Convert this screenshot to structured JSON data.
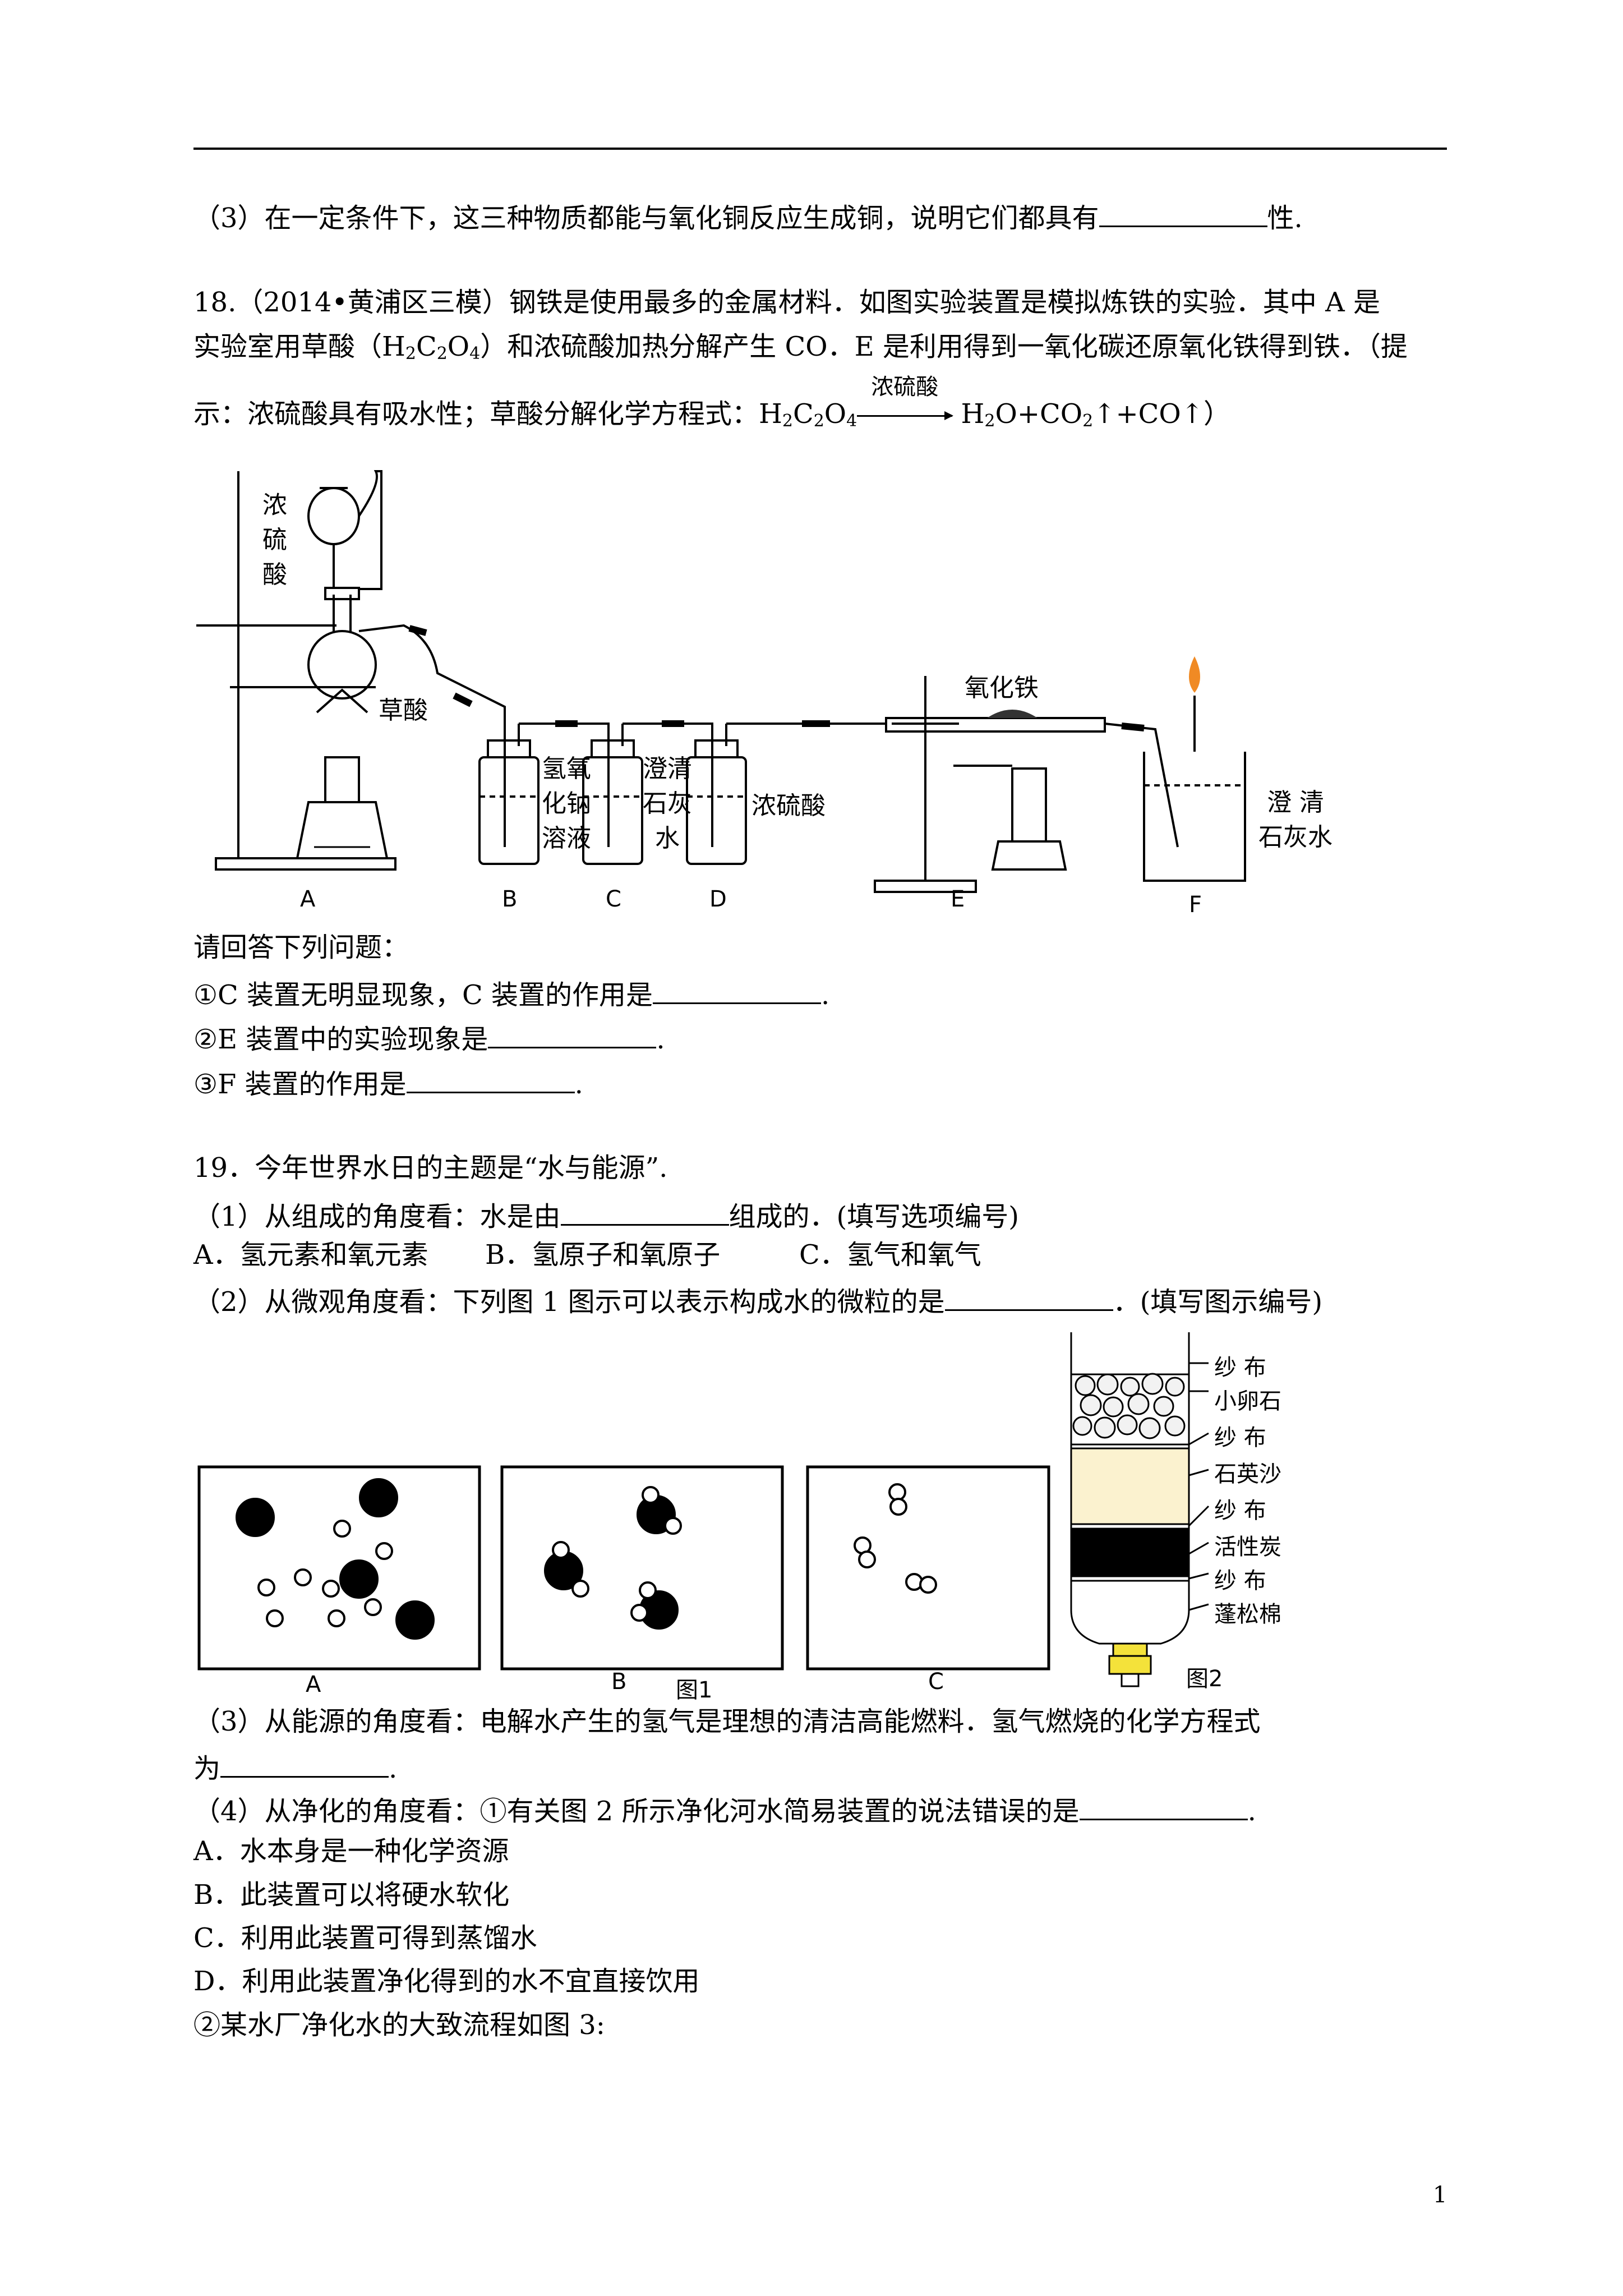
{
  "q17_3": {
    "prefix": "（3）在一定条件下，这三种物质都能与氧化铜反应生成铜，说明它们都具有",
    "suffix": "性."
  },
  "q18": {
    "line1": "18.（2014•黄浦区三模）钢铁是使用最多的金属材料．如图实验装置是模拟炼铁的实验．其中 A 是",
    "line2_a": "实验室用草酸（H",
    "line2_b": "C",
    "line2_c": "O",
    "line2_d": "）和浓硫酸加热分解产生 CO．E 是利用得到一氧化碳还原氧化铁得到铁．（提",
    "line3_a": "示：浓硫酸具有吸水性；草酸分解化学方程式：H",
    "line3_c": "C",
    "line3_e": "O",
    "line3_arrow_label": "浓硫酸",
    "line3_f": "H",
    "line3_g": "O+CO",
    "line3_h": "↑+CO↑）",
    "sub2": "2",
    "sub4": "4",
    "figure": {
      "label_nongliusuan": [
        "浓",
        "硫",
        "酸"
      ],
      "label_caosuan": "草酸",
      "label_naoh": [
        "氢氧",
        "化钠",
        "溶液"
      ],
      "label_limewater_c": [
        "澄清",
        "石灰",
        "水"
      ],
      "label_d": "浓硫酸",
      "label_fe2o3": "氧化铁",
      "label_f": [
        "澄 清",
        "石灰水"
      ],
      "letters": [
        "A",
        "B",
        "C",
        "D",
        "E",
        "F"
      ]
    },
    "prompt": "请回答下列问题：",
    "q1": "①C 装置无明显现象，C 装置的作用是",
    "q2": "②E 装置中的实验现象是",
    "q3": "③F 装置的作用是",
    "period": "."
  },
  "q19": {
    "title": "19．今年世界水日的主题是“水与能源”.",
    "p1_a": "（1）从组成的角度看：水是由",
    "p1_b": "组成的．(填写选项编号)",
    "options1": [
      "A．氢元素和氧元素",
      "B．氢原子和氧原子",
      "C．氢气和氧气"
    ],
    "p2_a": "（2）从微观角度看：下列图 1 图示可以表示构成水的微粒的是",
    "p2_b": "．(填写图示编号)",
    "fig1_labels": [
      "A",
      "B",
      "图1",
      "C"
    ],
    "fig2_caption": "图2",
    "fig2_layers": [
      "纱 布",
      "小卵石",
      "纱 布",
      "石英沙",
      "纱 布",
      "活性炭",
      "纱 布",
      "蓬松棉"
    ],
    "p3_a": "（3）从能源的角度看：电解水产生的氢气是理想的清洁高能燃料．氢气燃烧的化学方程式",
    "p3_b": "为",
    "p4_a": "（4）从净化的角度看：①有关图 2 所示净化河水简易装置的说法错误的是",
    "options4": [
      "A．水本身是一种化学资源",
      "B．此装置可以将硬水软化",
      "C．利用此装置可得到蒸馏水",
      "D．利用此装置净化得到的水不宜直接饮用"
    ],
    "p4_b": "②某水厂净化水的大致流程如图 3:"
  },
  "page_number": "1"
}
